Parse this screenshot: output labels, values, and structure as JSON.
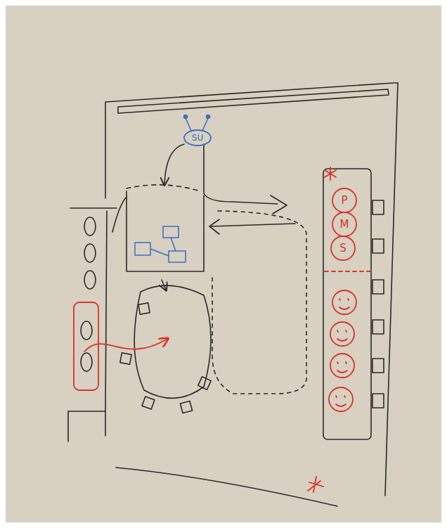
{
  "diagram": {
    "nodes": [
      {
        "text": [
          "SU"
        ]
      },
      {
        "text": [
          "P"
        ]
      },
      {
        "text": [
          "M"
        ]
      },
      {
        "text": [
          "S"
        ]
      }
    ]
  }
}
